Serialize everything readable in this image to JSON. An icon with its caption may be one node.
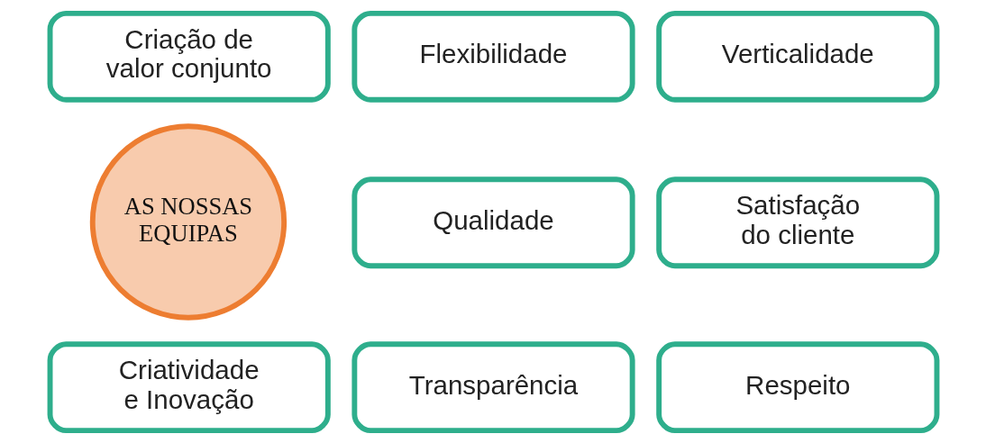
{
  "diagram": {
    "nodes": [
      {
        "text": [
          "Criação de valor conjunto"
        ]
      },
      {
        "text": [
          "Flexibilidade"
        ]
      },
      {
        "text": [
          "Verticalidade"
        ]
      },
      {
        "text": [
          "AS NOSSAS EQUIPAS"
        ]
      },
      {
        "text": [
          "Qualidade"
        ]
      },
      {
        "text": [
          "Satisfação do cliente"
        ]
      },
      {
        "text": [
          "Criatividade e Inovação"
        ]
      },
      {
        "text": [
          "Transparência"
        ]
      },
      {
        "text": [
          "Respeito"
        ]
      }
    ],
    "edges": []
  }
}
